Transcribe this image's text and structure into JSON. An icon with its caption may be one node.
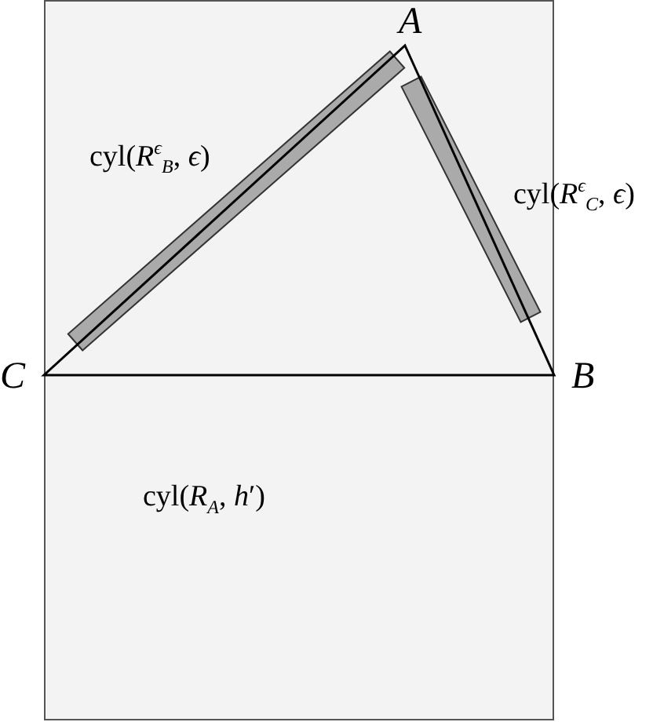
{
  "diagram": {
    "nodes": [
      {
        "text": [
          "cyl(*R*$_{A}$, *h*′)"
        ]
      }
    ],
    "edges": [],
    "labels": [
      "A",
      "cyl(*R*$^{ϵ}$$_{B}$, *ϵ*)",
      "cyl(*R*$^{ϵ}$$_{C}$, *ϵ*)",
      "C",
      "B"
    ]
  }
}
